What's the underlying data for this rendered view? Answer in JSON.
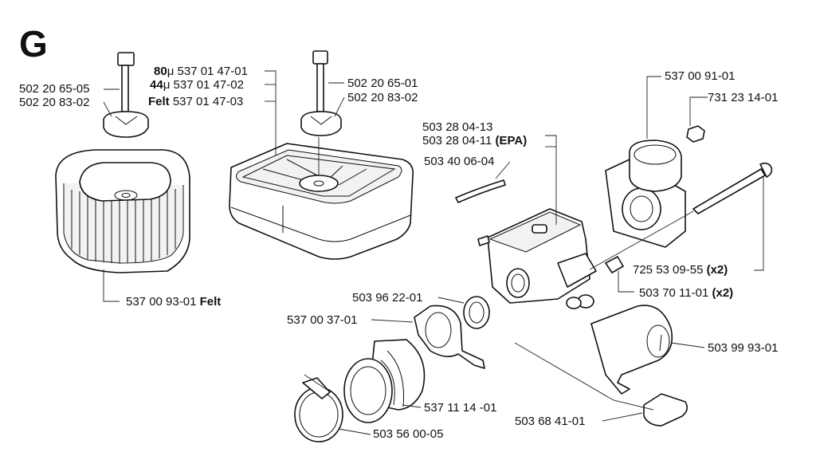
{
  "section": "G",
  "labels": {
    "p1": "502 20 65-05",
    "p2": "502 20 83-02",
    "p3_prefix": "80",
    "p3_unit": "μ",
    "p3": "537 01 47-01",
    "p4_prefix": "44",
    "p4_unit": "μ",
    "p4": "537 01 47-02",
    "p5_prefix": "Felt",
    "p5": "537 01 47-03",
    "p6": "502 20 65-01",
    "p7": "502 20 83-02",
    "p8": "503 28 04-13",
    "p9": "503 28 04-11",
    "p9_suffix": "(EPA)",
    "p10": "503 40 06-04",
    "p11": "537 00 91-01",
    "p12": "731 23 14-01",
    "p13": "725 53 09-55",
    "p13_suffix": "(x2)",
    "p14": "503 70 11-01",
    "p14_suffix": "(x2)",
    "p15": "537 00 93-01",
    "p15_suffix": "Felt",
    "p16": "503 96 22-01",
    "p17": "537 00 37-01",
    "p18": "503 99 93-01",
    "p19": "537 11 14 -01",
    "p20": "503 68 41-01",
    "p21": "503 56 00-05"
  }
}
